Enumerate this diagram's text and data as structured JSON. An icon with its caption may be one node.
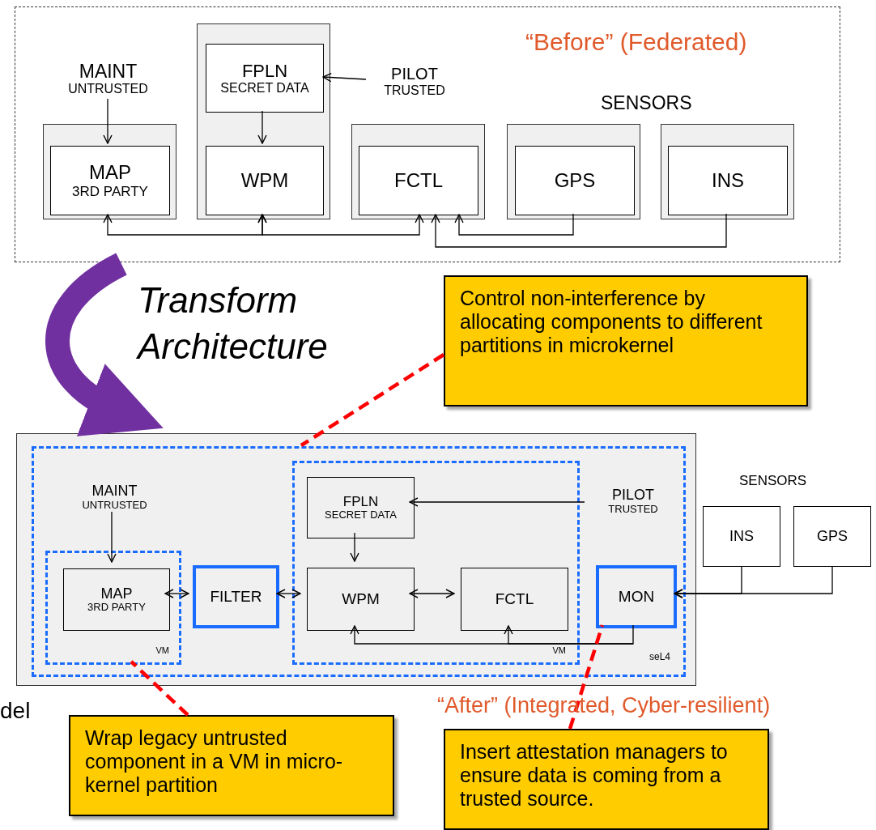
{
  "diagram": {
    "nodes": [
      {
        "text": [
          "“Before” (Federated)"
        ]
      },
      {
        "text": [
          "MAINT",
          "UNTRUSTED"
        ],
        "in": 0
      },
      {
        "text": [],
        "shape": "box",
        "in": 0
      },
      {
        "text": [
          "MAP",
          "3RD PARTY"
        ],
        "in": 2
      },
      {
        "text": [],
        "shape": "box",
        "in": 0
      },
      {
        "text": [
          "FPLN",
          "SECRET DATA"
        ],
        "in": 4
      },
      {
        "text": [
          "WPM"
        ],
        "in": 4
      },
      {
        "text": [
          "PILOT",
          "TRUSTED"
        ],
        "in": 0
      },
      {
        "text": [],
        "shape": "box",
        "in": 0
      },
      {
        "text": [
          "FCTL"
        ],
        "in": 8
      },
      {
        "text": [],
        "shape": "box",
        "in": 0
      },
      {
        "text": [
          "GPS"
        ],
        "in": 10
      },
      {
        "text": [],
        "shape": "box",
        "in": 0
      },
      {
        "text": [
          "INS"
        ],
        "in": 12
      },
      {
        "text": [],
        "shape": "box"
      },
      {
        "text": [
          "seL4"
        ],
        "in": 14
      },
      {
        "text": [
          "MAINT",
          "UNTRUSTED"
        ],
        "in": 15
      },
      {
        "text": [
          "VM"
        ],
        "in": 15
      },
      {
        "text": [
          "MAP",
          "3RD PARTY"
        ],
        "in": 17
      },
      {
        "text": [
          "FILTER"
        ],
        "in": 15
      },
      {
        "text": [
          "VM"
        ],
        "in": 15
      },
      {
        "text": [
          "FPLN",
          "SECRET DATA"
        ],
        "in": 20
      },
      {
        "text": [
          "WPM"
        ],
        "in": 20
      },
      {
        "text": [
          "FCTL"
        ],
        "in": 20
      },
      {
        "text": [
          "PILOT",
          "TRUSTED"
        ],
        "in": 15
      },
      {
        "text": [
          "MON"
        ],
        "in": 15
      },
      {
        "text": [
          "INS"
        ]
      },
      {
        "text": [
          "GPS"
        ]
      },
      {
        "text": [
          "Control non-interference by allocating components to different partitions in microkernel"
        ]
      },
      {
        "text": [
          "Wrap legacy untrusted component in a VM in micro-kernel partition"
        ]
      },
      {
        "text": [
          "Insert attestation managers to ensure data is coming from a trusted source."
        ]
      }
    ],
    "edges": [
      {
        "from": 1,
        "to": 3,
        "arrow": "to"
      },
      {
        "from": 7,
        "to": 5,
        "arrow": "to"
      },
      {
        "from": 5,
        "to": 6,
        "arrow": "to"
      },
      {
        "from": 6,
        "to": 3,
        "arrow": "both"
      },
      {
        "from": 6,
        "to": 9,
        "arrow": "both"
      },
      {
        "from": 11,
        "to": 9,
        "arrow": "to"
      },
      {
        "from": 13,
        "to": 9,
        "arrow": "to"
      },
      {
        "from": 0,
        "to": 14,
        "arrow": "to",
        "label": "Transform Architecture",
        "style": "thick",
        "color": "#7030a0"
      },
      {
        "from": 16,
        "to": 18,
        "arrow": "to"
      },
      {
        "from": 18,
        "to": 19,
        "arrow": "both"
      },
      {
        "from": 19,
        "to": 22,
        "arrow": "both"
      },
      {
        "from": 24,
        "to": 21,
        "arrow": "to"
      },
      {
        "from": 21,
        "to": 22,
        "arrow": "to"
      },
      {
        "from": 22,
        "to": 23,
        "arrow": "both"
      },
      {
        "from": 25,
        "to": 22,
        "arrow": "to"
      },
      {
        "from": 25,
        "to": 23,
        "arrow": "to"
      },
      {
        "from": 26,
        "to": 25,
        "arrow": "to"
      },
      {
        "from": 27,
        "to": 25,
        "arrow": "to"
      },
      {
        "from": 28,
        "to": 15,
        "arrow": "none",
        "style": "dashed",
        "color": "#ff0000"
      },
      {
        "from": 29,
        "to": 17,
        "arrow": "none",
        "style": "dashed",
        "color": "#ff0000"
      },
      {
        "from": 30,
        "to": 25,
        "arrow": "none",
        "style": "dashed",
        "color": "#ff0000"
      }
    ],
    "labels": [
      "SENSORS",
      "SENSORS",
      "del",
      "“After” (Integrated, Cyber-resilient)"
    ]
  }
}
